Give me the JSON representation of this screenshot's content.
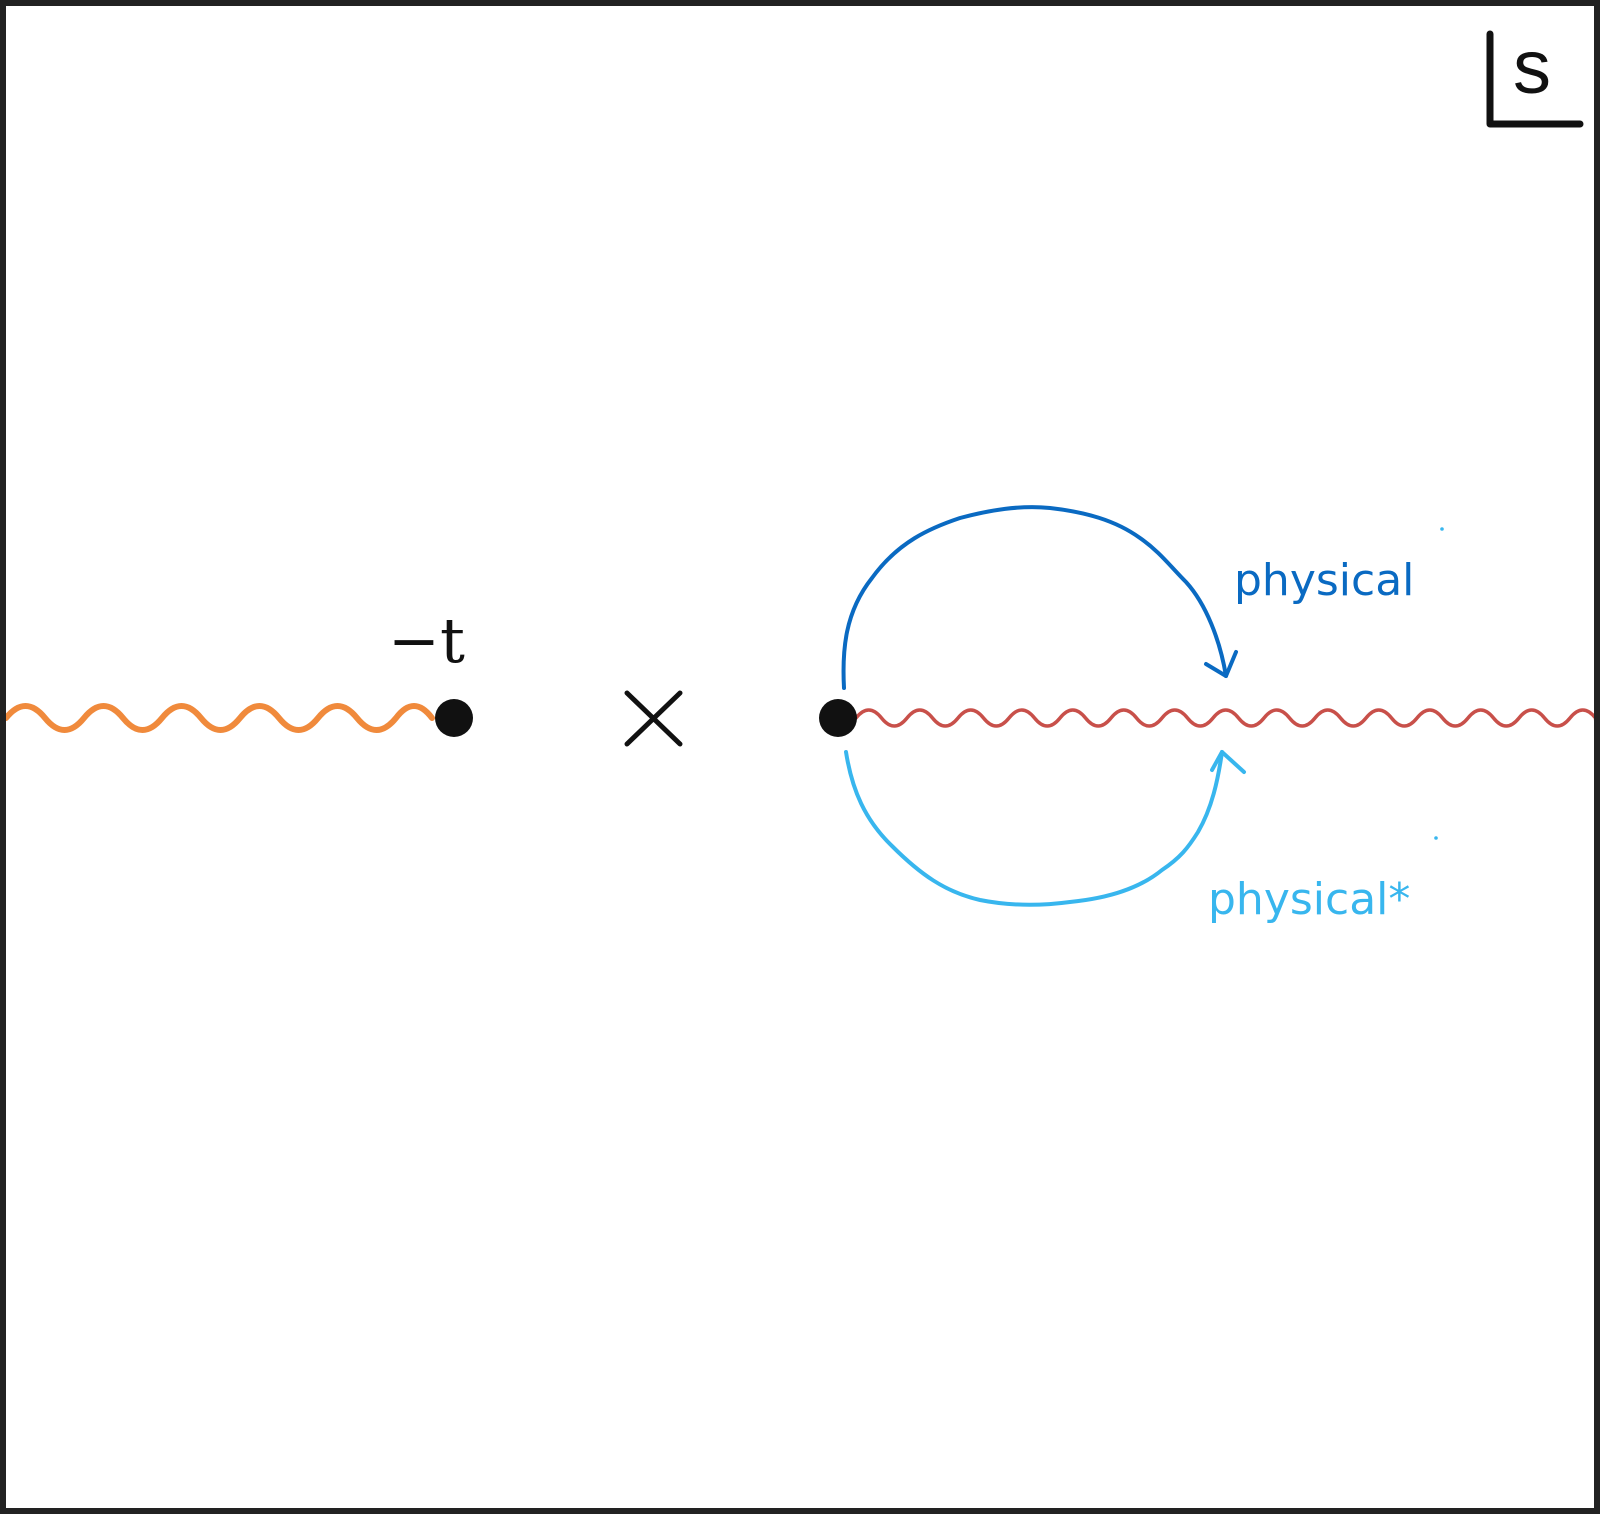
{
  "labels": {
    "plane": "s",
    "branch_point": "−t",
    "upper_path": "physical",
    "lower_path": "physical*"
  },
  "colors": {
    "left_cut": "#f08a3c",
    "right_cut": "#c8504a",
    "upper_path": "#0a6ac2",
    "lower_path": "#38b6ee",
    "ink": "#111111"
  },
  "icons": {
    "branch_point_left": "filled-dot",
    "pole": "cross-mark",
    "branch_point_right": "filled-dot"
  }
}
